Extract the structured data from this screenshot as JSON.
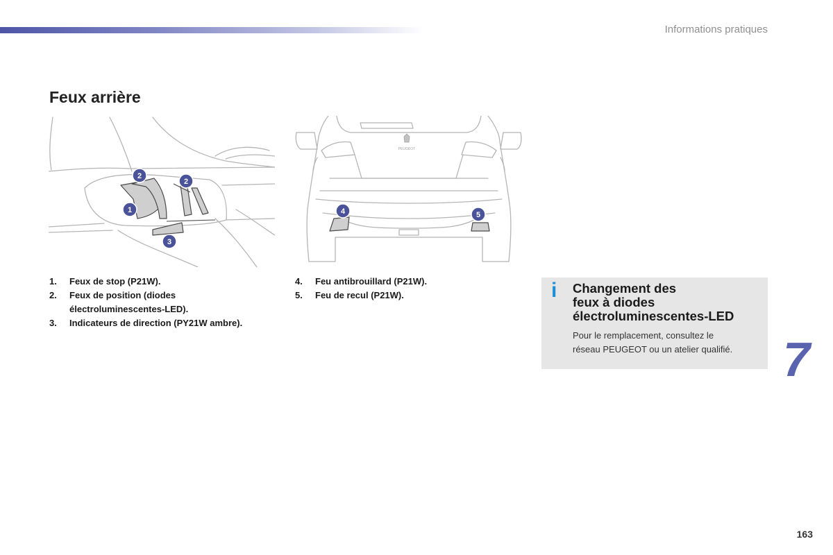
{
  "header": {
    "section": "Informations pratiques"
  },
  "page_title": "Feux arrière",
  "figures": {
    "side_view_callouts": [
      "2",
      "2",
      "1",
      "3"
    ],
    "rear_view_callouts": [
      "4",
      "5"
    ],
    "rear_logo_text": "PEUGEOT"
  },
  "legend_left": [
    {
      "num": "1.",
      "lines": [
        "Feux de stop (P21W)."
      ]
    },
    {
      "num": "2.",
      "lines": [
        "Feux de position (diodes",
        "électroluminescentes-LED)."
      ]
    },
    {
      "num": "3.",
      "lines": [
        "Indicateurs de direction (PY21W ambre)."
      ]
    }
  ],
  "legend_right": [
    {
      "num": "4.",
      "lines": [
        "Feu antibrouillard (P21W)."
      ]
    },
    {
      "num": "5.",
      "lines": [
        "Feu de recul (P21W)."
      ]
    }
  ],
  "info_box": {
    "icon": "i",
    "title_lines": [
      "Changement des",
      "feux à diodes",
      "électroluminescentes-LED"
    ],
    "body_lines": [
      "Pour le remplacement, consultez le",
      "réseau PEUGEOT ou un atelier qualifié."
    ]
  },
  "chapter_number": "7",
  "page_number": "163",
  "colors": {
    "accent": "#4a5399",
    "info_icon": "#1e8fd6",
    "info_bg": "#e6e6e6"
  }
}
